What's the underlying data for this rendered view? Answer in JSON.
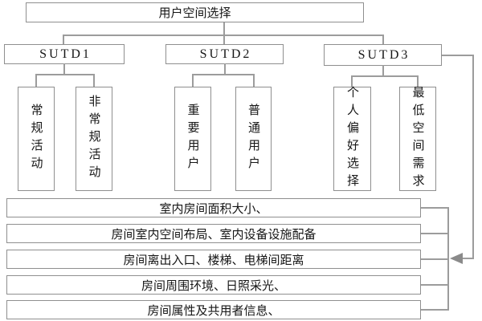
{
  "diagram": {
    "root_label": "用户空间选择",
    "branches": [
      {
        "label": "SUTD1",
        "children": [
          "常规活动",
          "非常规活动"
        ]
      },
      {
        "label": "SUTD2",
        "children": [
          "重要用户",
          "普通用户"
        ]
      },
      {
        "label": "SUTD3",
        "children": [
          "个人偏好选择",
          "最低空间需求"
        ]
      }
    ],
    "criteria": [
      "室内房间面积大小、",
      "房间室内空间布局、室内设备设施配备",
      "房间离出入口、楼梯、电梯间距离",
      "房间周围环境、日照采光、",
      "房间属性及共用者信息、"
    ],
    "colors": {
      "line": "#9c9c9c",
      "border": "#8f8f8f",
      "text": "#161616",
      "arrow": "#8a8a8a",
      "background": "#ffffff"
    }
  }
}
